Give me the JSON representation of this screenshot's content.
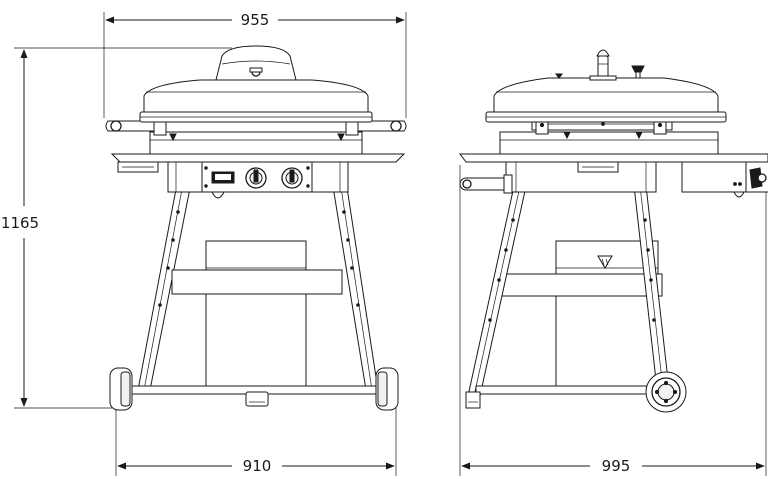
{
  "dimensions": {
    "front_top_width": "955",
    "front_height": "1165",
    "front_bottom_width": "910",
    "side_bottom_width": "995"
  },
  "colors": {
    "line": "#1a1a1a",
    "background": "#ffffff"
  }
}
